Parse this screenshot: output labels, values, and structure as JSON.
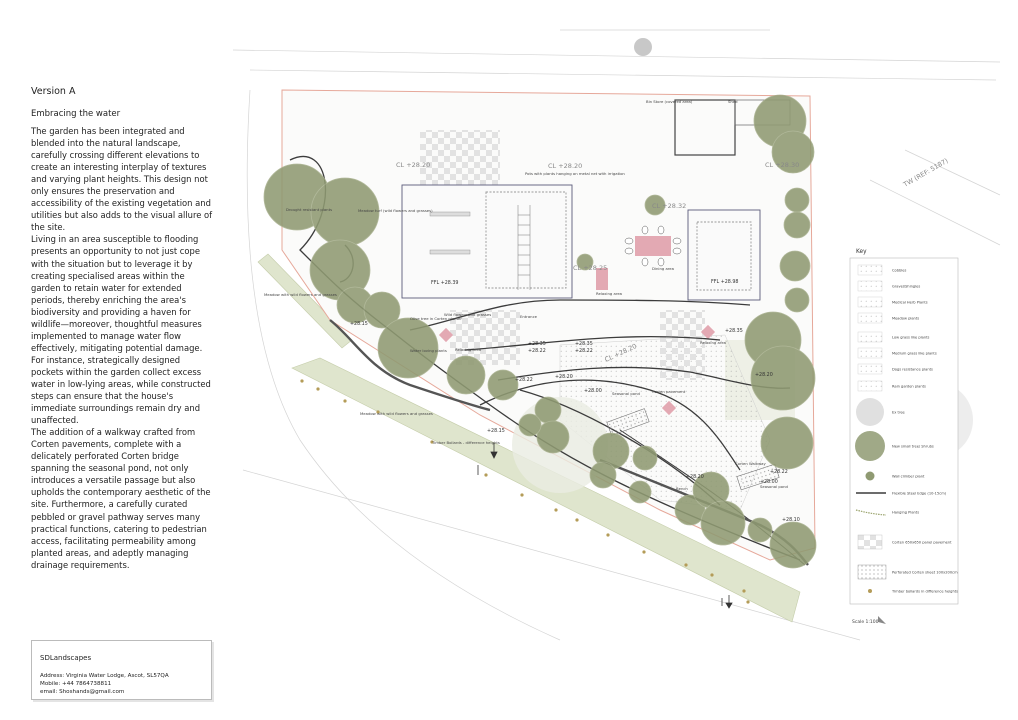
{
  "text": {
    "version": "Version A",
    "subtitle": "Embracing the water",
    "paragraphs": [
      "The garden has been integrated and blended into the natural landscape, carefully crossing different elevations to create an interesting interplay of textures and varying plant heights. This design not only ensures the preservation and accessibility of the existing vegetation and utilities but also adds to the visual allure of the site.",
      "Living in an area susceptible to flooding presents an opportunity to not just cope with the situation but to leverage it by creating specialised areas within the garden to retain water for extended periods, thereby enriching the area's biodiversity and providing a haven for wildlife—moreover, thoughtful measures implemented to manage water flow effectively, mitigating potential damage. For instance, strategically designed pockets within the garden collect excess water in low-lying areas, while constructed steps can ensure that the house's immediate surroundings remain dry and unaffected.",
      "The addition of a walkway crafted from Corten pavements, complete with a delicately perforated Corten bridge spanning the seasonal pond, not only introduces a versatile passage but also upholds the contemporary aesthetic of the site. Furthermore, a carefully curated pebbled or gravel pathway serves many practical functions, catering to pedestrian access, facilitating permeability among planted areas, and adeptly managing drainage requirements."
    ]
  },
  "company": {
    "name": "SDLandscapes",
    "address": "Address: Virginia Water Lodge, Ascot, SL57QA",
    "mobile": "Mobile: +44 7864738811",
    "email": "email: Shoshands@gmail.com"
  },
  "plan": {
    "levels": {
      "cl1": "CL +28.20",
      "cl2": "CL +28.20",
      "cl3": "CL +28.30",
      "cl4": "CL +28.32",
      "cl5": "CL +28.25",
      "cl6": "CL +28.20",
      "ffl1": "FFL +28.39",
      "ffl2": "FFL +28.98",
      "tw": "TW (REF: 5187)",
      "l1": "+28.35",
      "l2": "+28.22",
      "l3": "+28.22",
      "l4": "+28.35",
      "l5": "+28.22",
      "l6": "+28.00",
      "l7": "+28.20",
      "l8": "+28.20",
      "l9": "+28.22",
      "l10": "+28.00",
      "l11": "+28.10",
      "l12": "+28.15",
      "l13": "+28.35",
      "l14": "+28.20",
      "l15": "+28.15"
    },
    "labels": {
      "bin_store": "Bin Store (covered area)",
      "shed": "Shed",
      "pots": "Pots with plants hanging on metal net with irrigation",
      "dining": "Dining area",
      "relaxing1": "Relaxing area",
      "relaxing2": "Relaxing area",
      "relaxing3": "Relaxing area",
      "meadow1": "Meadow turf (wild flowers and grasses)",
      "meadow2": "Meadow with wild flowers and grasses",
      "meadow3": "Meadow with wild flowers and grasses",
      "wild_flowers": "Wild flowers and grasses",
      "drought": "Drought resistant plants",
      "water": "Water loving plants",
      "olive": "Olive tree in Corten planter",
      "corten_pavement": "Corten pavement",
      "seasonal1": "Seasonal pond",
      "seasonal2": "Seasonal pond",
      "corten_walkway": "Corten Walkway",
      "bollards": "Timber Bollards - difference heights",
      "entrance": "Entrance",
      "bench": "Bench"
    },
    "scale": "Scale 1:100"
  },
  "key": {
    "title": "Key",
    "items": [
      {
        "label": "Cobbles",
        "icon": "cobbles-swatch"
      },
      {
        "label": "Gravel/Shingles",
        "icon": "gravel-swatch"
      },
      {
        "label": "Medical Herb Plants",
        "icon": "herb-swatch"
      },
      {
        "label": "Meadow plants",
        "icon": "meadow-swatch"
      },
      {
        "label": "Low grass like plants",
        "icon": "low-grass-swatch"
      },
      {
        "label": "Medium grass like plants",
        "icon": "medium-grass-swatch"
      },
      {
        "label": "Dogs resistance plants",
        "icon": "dogs-swatch"
      },
      {
        "label": "Rain garden plants",
        "icon": "rain-garden-swatch"
      },
      {
        "label": "Ex tree",
        "icon": "existing-tree-symbol"
      },
      {
        "label": "New small tree/ Shrubs",
        "icon": "new-tree-symbol"
      },
      {
        "label": "Wall climber plant",
        "icon": "climber-symbol"
      },
      {
        "label": "Flexible Steel Edge (10-15cm)",
        "icon": "steel-edge-line"
      },
      {
        "label": "Hanging Plants",
        "icon": "hanging-plants-line"
      },
      {
        "label": "Corten 650x650 panel pavement",
        "icon": "corten-pavement-swatch"
      },
      {
        "label": "Perforated Corten sheet 100x200cm",
        "icon": "perforated-corten-swatch"
      },
      {
        "label": "Timber bollards in difference heights",
        "icon": "bollard-symbol"
      }
    ]
  },
  "colors": {
    "tree": "#8f9a72",
    "tree_light": "#c9cfb4",
    "meadow": "#dfe5cd",
    "boundary": "#e6a89a",
    "pink": "#e3a9b3",
    "grey": "#bdbdbd",
    "path": "#3c3c3c"
  }
}
